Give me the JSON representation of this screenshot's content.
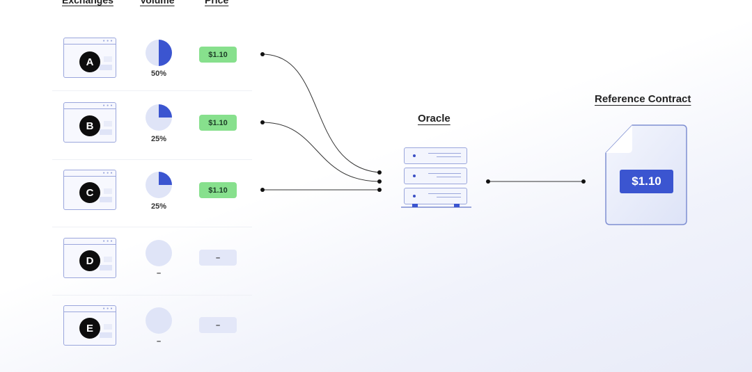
{
  "headers": {
    "exchanges": "Exchanges",
    "volume": "Volume",
    "price": "Price"
  },
  "exchanges": [
    {
      "letter": "A",
      "volume_share": 0.5,
      "volume_label": "50%",
      "price": "$1.10",
      "reporting": true
    },
    {
      "letter": "B",
      "volume_share": 0.25,
      "volume_label": "25%",
      "price": "$1.10",
      "reporting": true
    },
    {
      "letter": "C",
      "volume_share": 0.25,
      "volume_label": "25%",
      "price": "$1.10",
      "reporting": true
    },
    {
      "letter": "D",
      "volume_share": 0,
      "volume_label": "–",
      "price": "–",
      "reporting": false
    },
    {
      "letter": "E",
      "volume_share": 0,
      "volume_label": "–",
      "price": "–",
      "reporting": false
    }
  ],
  "oracle": {
    "label": "Oracle"
  },
  "reference_contract": {
    "label": "Reference Contract",
    "value": "$1.10"
  },
  "colors": {
    "accent": "#3b55d0",
    "outline": "#9aa6dc",
    "pie_base": "#dfe4f7",
    "price_green": "#87e08d",
    "price_empty": "#e3e7f8"
  }
}
